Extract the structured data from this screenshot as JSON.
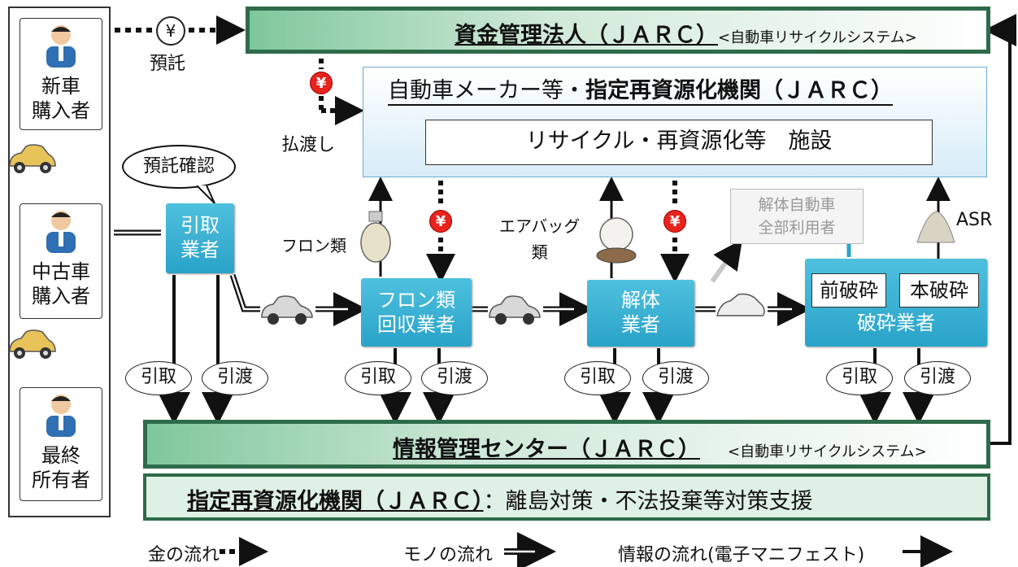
{
  "owners": [
    {
      "label": "新車\n購入者"
    },
    {
      "label": "中古車\n購入者"
    },
    {
      "label": "最終\n所有者"
    }
  ],
  "top_bar": {
    "title": "資金管理法人（ＪＡＲＣ）",
    "subtitle": "<自動車リサイクルシステム>"
  },
  "deposit_label": "預託",
  "payout_label": "払渡し",
  "maker_box": {
    "title_plain": "自動車メーカー等・",
    "title_bold": "指定再資源化機関（ＪＡＲＣ）",
    "inner": "リサイクル・再資源化等　施設"
  },
  "bubble": "預託確認",
  "businesses": {
    "pickup": "引取\n業者",
    "freon": "フロン類\n回収業者",
    "dismantle": "解体\n業者",
    "shred": "破砕業者",
    "pre_shred": "前破砕",
    "main_shred": "本破砕"
  },
  "materials": {
    "freon": "フロン類",
    "airbag": "エアバッグ\n類",
    "asr": "ASR",
    "full_use": "解体自動車\n全部利用者"
  },
  "ovals": {
    "take": "引取",
    "deliver": "引渡"
  },
  "info_bar": {
    "title": "情報管理センター（ＪＡＲＣ）",
    "subtitle": "<自動車リサイクルシステム>"
  },
  "bottom_bar": {
    "title": "指定再資源化機関（ＪＡＲＣ）",
    "rest": "：離島対策・不法投棄等対策支援"
  },
  "legend": {
    "money": "金の流れ",
    "goods": "モノの流れ",
    "info": "情報の流れ(電子マニフェスト)"
  },
  "yen_symbol": "¥",
  "colors": {
    "green_border": "#2e6b4a",
    "teal": "#2aa3c9",
    "yen_red": "#e8231e"
  }
}
